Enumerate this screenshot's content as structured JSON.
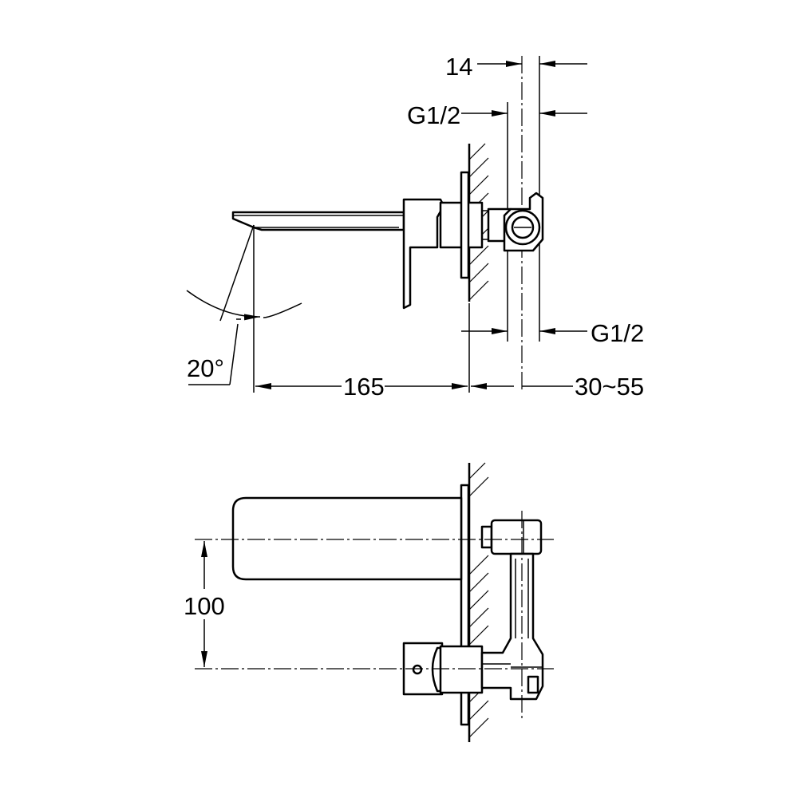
{
  "dimensions": {
    "top_14": "14",
    "top_g12": "G1/2",
    "right_g12": "G1/2",
    "angle": "20°",
    "length_165": "165",
    "depth_range": "30~55",
    "spacing_100": "100"
  },
  "colors": {
    "line": "#000000",
    "background": "#ffffff"
  }
}
